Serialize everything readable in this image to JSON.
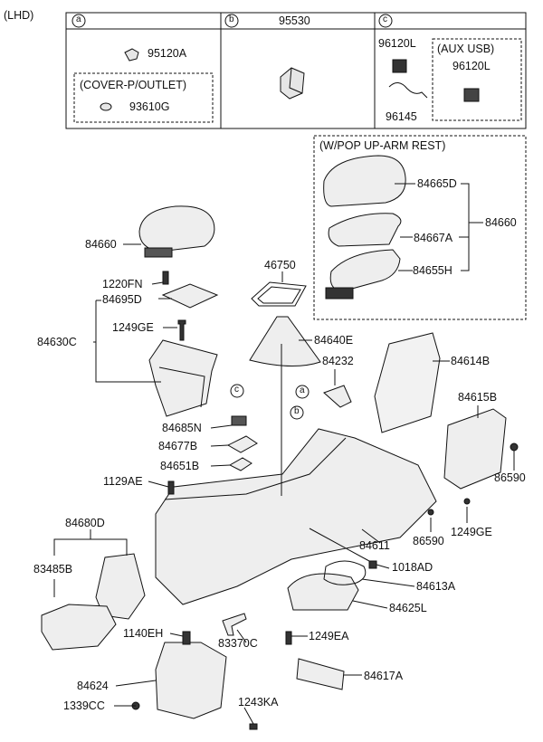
{
  "side_note": "(LHD)",
  "legend": {
    "a": {
      "key": "a",
      "part": "95120A",
      "box_title": "(COVER-P/OUTLET)",
      "box_part": "93610G"
    },
    "b": {
      "key": "b",
      "part": "95530"
    },
    "c": {
      "key": "c",
      "part1": "96120L",
      "part2": "96145",
      "box_title": "(AUX  USB)",
      "box_part": "96120L"
    }
  },
  "popup_box": {
    "title": "(W/POP UP-ARM REST)",
    "parts": [
      "84665D",
      "84667A",
      "84655H"
    ],
    "group": "84660"
  },
  "callouts": {
    "a": "a",
    "b": "b",
    "c": "c"
  },
  "labels": {
    "p84660": "84660",
    "p1220FN": "1220FN",
    "p84695D": "84695D",
    "p84630C": "84630C",
    "p1249GE_a": "1249GE",
    "p46750": "46750",
    "p84640E": "84640E",
    "p84232": "84232",
    "p84614B": "84614B",
    "p84615B": "84615B",
    "p86590_a": "86590",
    "p84685N": "84685N",
    "p84677B": "84677B",
    "p84651B": "84651B",
    "p1129AE": "1129AE",
    "p84680D": "84680D",
    "p83485B": "83485B",
    "p84611": "84611",
    "p86590_b": "86590",
    "p1249GE_b": "1249GE",
    "p1018AD": "1018AD",
    "p84613A": "84613A",
    "p84625L": "84625L",
    "p1140EH": "1140EH",
    "p83370C": "83370C",
    "p1249EA": "1249EA",
    "p84624": "84624",
    "p84617A": "84617A",
    "p1339CC": "1339CC",
    "p1243KA": "1243KA"
  }
}
